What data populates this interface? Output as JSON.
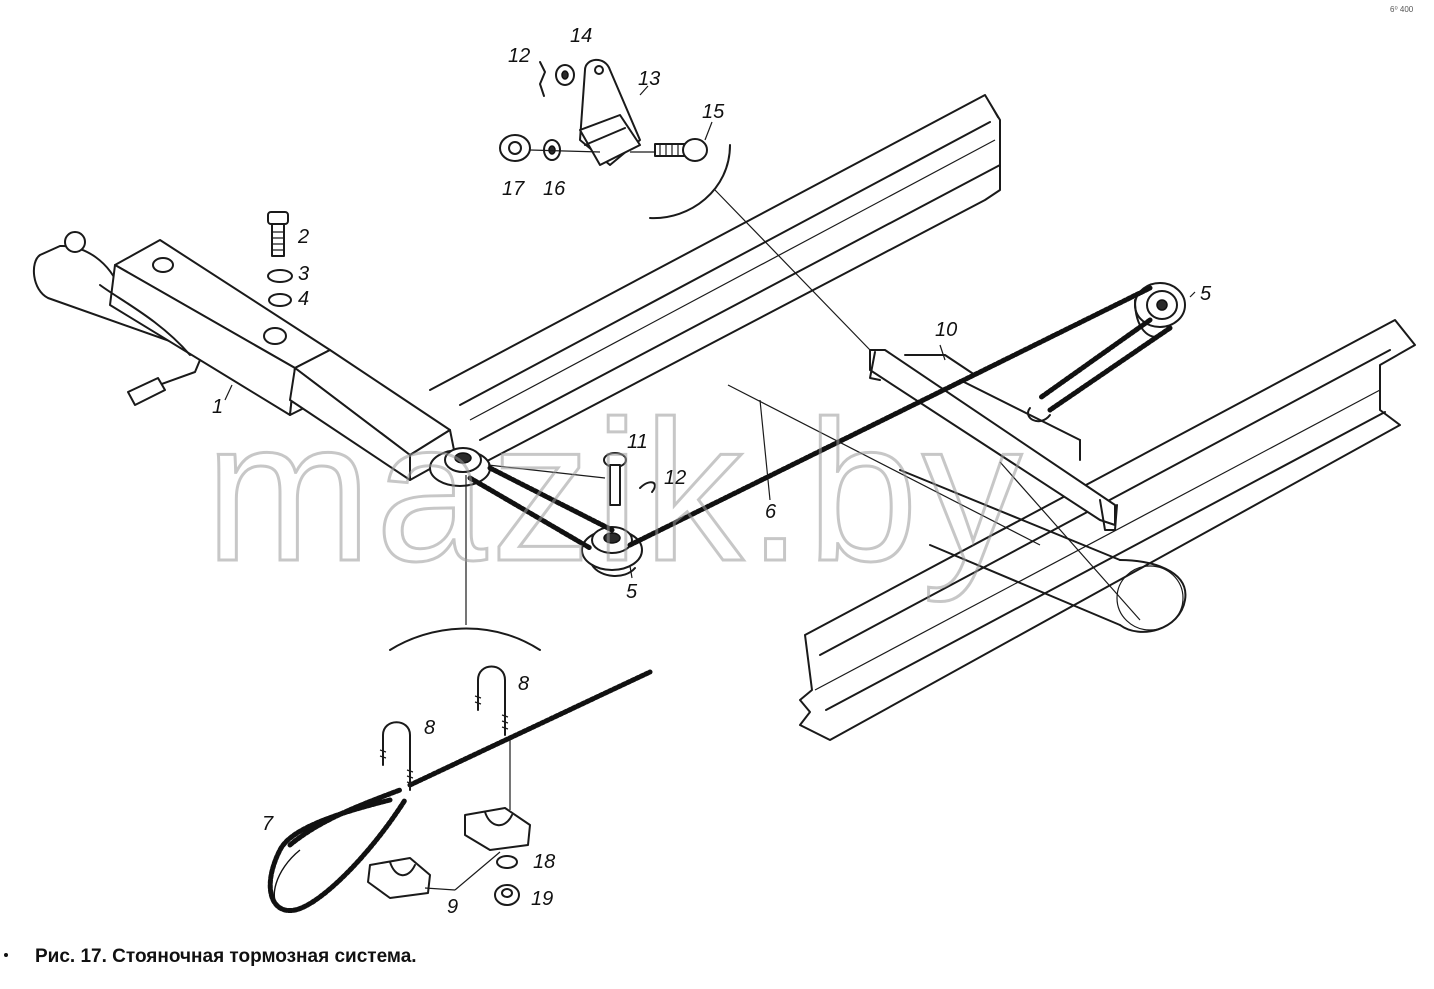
{
  "figure": {
    "caption": "Рис. 17. Стояночная тормозная система.",
    "watermark": "mazik.by",
    "corner_mark": "6⁰ 400"
  },
  "callouts": {
    "c1": "1",
    "c2": "2",
    "c3": "3",
    "c4": "4",
    "c5a": "5",
    "c5b": "5",
    "c6": "6",
    "c7": "7",
    "c8a": "8",
    "c8b": "8",
    "c9": "9",
    "c10": "10",
    "c11": "11",
    "c12a": "12",
    "c12b": "12",
    "c13": "13",
    "c14": "14",
    "c15": "15",
    "c16": "16",
    "c17": "17",
    "c18": "18",
    "c19": "19"
  },
  "colors": {
    "ink": "#1a1a1a",
    "paper": "#ffffff",
    "watermark": "#9a9a9a"
  }
}
